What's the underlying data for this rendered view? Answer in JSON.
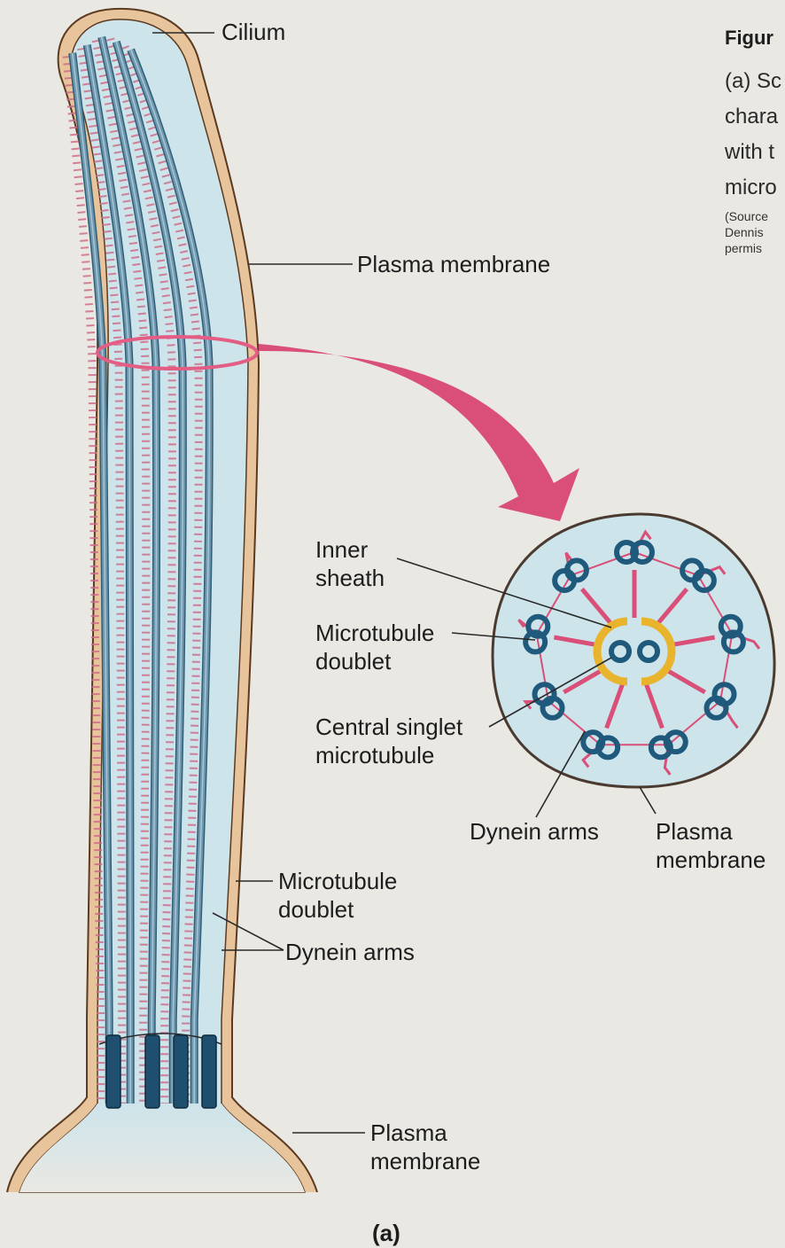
{
  "caption": {
    "title": "Figur",
    "lines": [
      "(a) Sc",
      "chara",
      "with t",
      "micro"
    ],
    "source_lines": [
      "(Source",
      "Dennis",
      "permis"
    ]
  },
  "panel_label": "(a)",
  "labels": {
    "cilium": "Cilium",
    "plasma_membrane_top": "Plasma membrane",
    "inner_sheath": [
      "Inner",
      "sheath"
    ],
    "microtubule_doublet_xs": [
      "Microtubule",
      "doublet"
    ],
    "central_singlet": [
      "Central singlet",
      "microtubule"
    ],
    "dynein_arms_xs": "Dynein arms",
    "plasma_membrane_xs": [
      "Plasma",
      "membrane"
    ],
    "microtubule_doublet_long": [
      "Microtubule",
      "doublet"
    ],
    "dynein_arms_long": "Dynein arms",
    "plasma_membrane_base": [
      "Plasma",
      "membrane"
    ]
  },
  "colors": {
    "background": "#e9e8e3",
    "membrane": "#e7c49c",
    "membrane_edge": "#5b3a20",
    "cytoplasm": "#cde4ea",
    "microtubule": "#6f97ad",
    "dynein": "#cf6c8a",
    "doublet_ring": "#1f5a7c",
    "sheath": "#e8b42e",
    "arrow": "#d94f78",
    "basal_body": "#1e4f6e"
  }
}
